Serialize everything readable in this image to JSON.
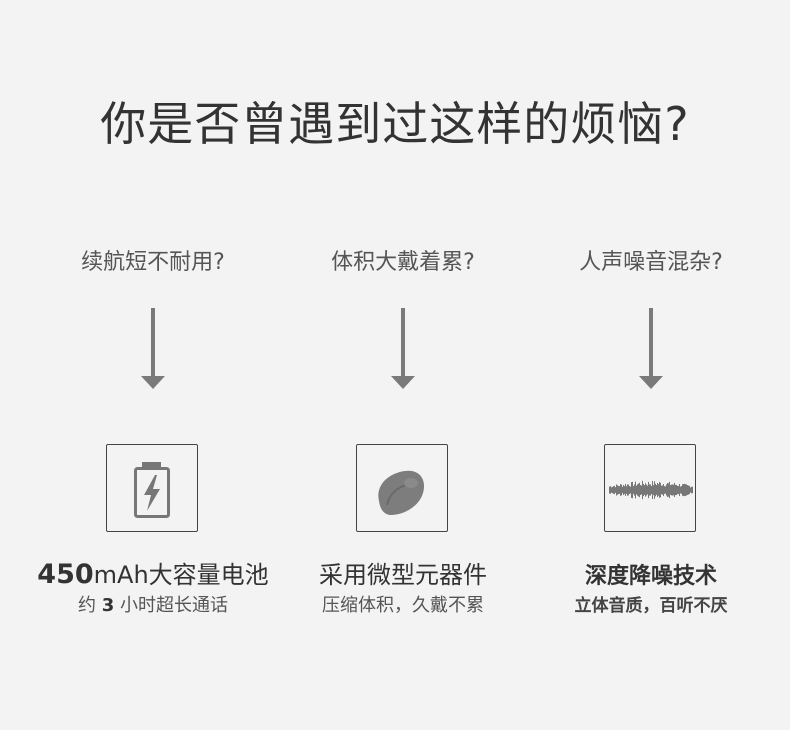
{
  "title": "你是否曾遇到过这样的烦恼?",
  "columns": [
    {
      "question": "续航短不耐用?",
      "icon": "battery-charging-icon",
      "feature_number": "450",
      "feature_text": "mAh大容量电池",
      "sub_prefix": "约 ",
      "sub_number": "3",
      "sub_suffix": " 小时超长通话"
    },
    {
      "question": "体积大戴着累?",
      "icon": "earbud-icon",
      "feature_text": "采用微型元器件",
      "sub_text": "压缩体积，久戴不累"
    },
    {
      "question": "人声噪音混杂?",
      "icon": "sound-wave-icon",
      "feature_text": "深度降噪技术",
      "sub_text": "立体音质，百听不厌"
    }
  ],
  "colors": {
    "text": "#333333",
    "arrow": "#7a7a7a",
    "icon": "#777777",
    "background": "#f3f3f3"
  }
}
